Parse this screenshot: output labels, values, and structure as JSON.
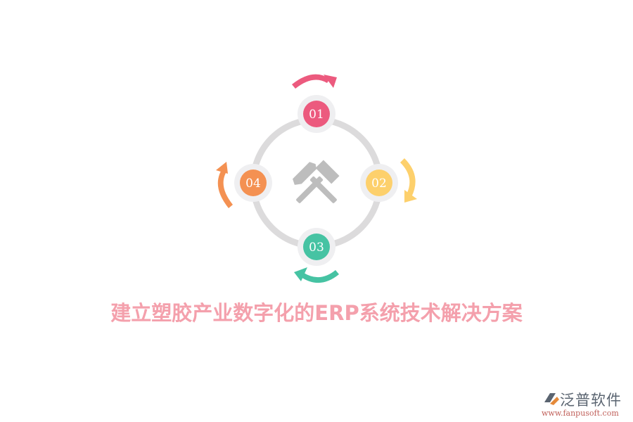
{
  "diagram": {
    "center_icon": "crossed-hammers-icon",
    "ring_color": "#dcdbdc",
    "node_halo_color": "#efeff1",
    "icon_color": "#bdbdbd",
    "nodes": [
      {
        "label": "01",
        "color": "#ec5a7e",
        "position": "top"
      },
      {
        "label": "02",
        "color": "#fdd06c",
        "position": "right"
      },
      {
        "label": "03",
        "color": "#46c3a3",
        "position": "bottom"
      },
      {
        "label": "04",
        "color": "#f49152",
        "position": "left"
      }
    ]
  },
  "title": {
    "text": "建立塑胶产业数字化的ERP系统技术解决方案",
    "color": "#f4a0ac"
  },
  "logo": {
    "brand": "泛普软件",
    "url": "www.fanpusoft.com"
  }
}
